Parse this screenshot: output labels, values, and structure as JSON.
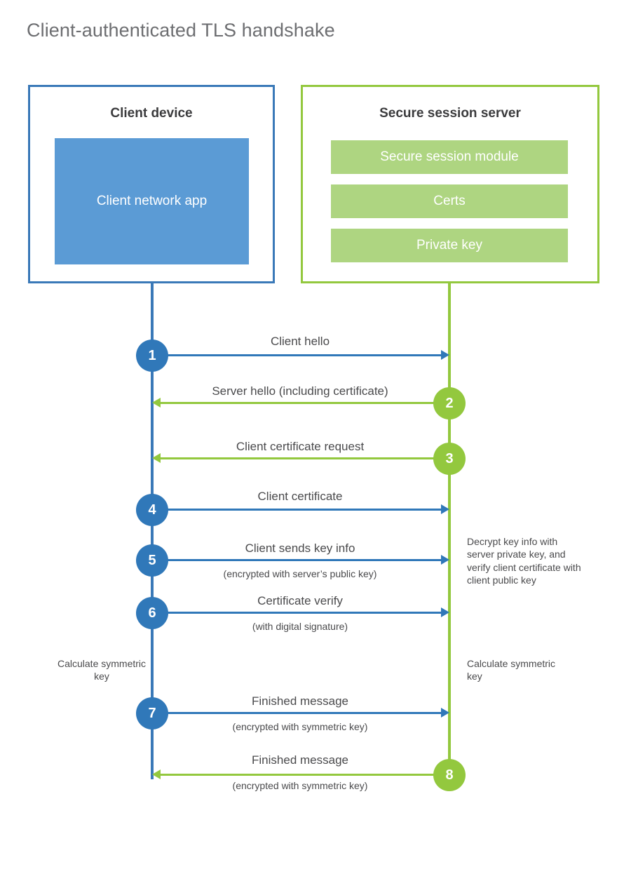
{
  "title": "Client-authenticated TLS handshake",
  "colors": {
    "client_blue": "#3a79b8",
    "client_fill_blue": "#5b9bd5",
    "step_blue": "#3078b9",
    "server_green": "#93c83e",
    "server_fill_green": "#aed581",
    "title_gray": "#6d6e71",
    "text_gray": "#4a4a4c"
  },
  "client": {
    "title": "Client device",
    "app_label": "Client network app"
  },
  "server": {
    "title": "Secure session server",
    "components": [
      {
        "label": "Secure session module"
      },
      {
        "label": "Certs"
      },
      {
        "label": "Private key"
      }
    ]
  },
  "steps": [
    {
      "number": "1",
      "label": "Client hello",
      "sublabel": "",
      "direction": "client-to-server",
      "color": "blue"
    },
    {
      "number": "2",
      "label": "Server hello (including certificate)",
      "sublabel": "",
      "direction": "server-to-client",
      "color": "green"
    },
    {
      "number": "3",
      "label": "Client certificate request",
      "sublabel": "",
      "direction": "server-to-client",
      "color": "green"
    },
    {
      "number": "4",
      "label": "Client certificate",
      "sublabel": "",
      "direction": "client-to-server",
      "color": "blue"
    },
    {
      "number": "5",
      "label": "Client sends key info",
      "sublabel": "(encrypted with server’s public key)",
      "direction": "client-to-server",
      "color": "blue"
    },
    {
      "number": "6",
      "label": "Certificate verify",
      "sublabel": "(with digital signature)",
      "direction": "client-to-server",
      "color": "blue"
    },
    {
      "number": "7",
      "label": "Finished message",
      "sublabel": "(encrypted with symmetric key)",
      "direction": "client-to-server",
      "color": "blue"
    },
    {
      "number": "8",
      "label": "Finished message",
      "sublabel": "(encrypted with symmetric key)",
      "direction": "server-to-client",
      "color": "green"
    }
  ],
  "annotations": {
    "server_decrypt": "Decrypt key info with server private key, and verify client certificate with client public key",
    "client_symmetric_key": "Calculate symmetric key",
    "server_symmetric_key": "Calculate symmetric key"
  }
}
